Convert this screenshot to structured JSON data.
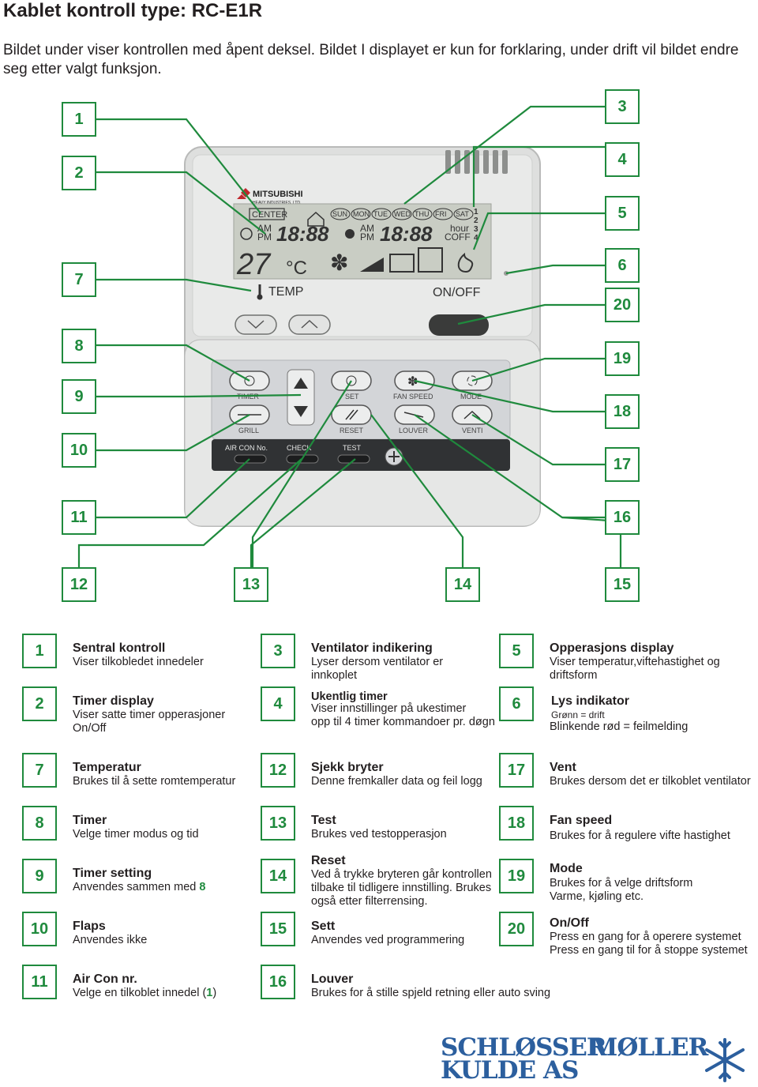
{
  "title": "Kablet kontroll type: RC-E1R",
  "intro": "Bildet under viser kontrollen med åpent deksel. Bildet I displayet er kun for forklaring, under drift vil bildet endre seg  etter valgt funksjon.",
  "callouts": {
    "c1": "1",
    "c2": "2",
    "c3": "3",
    "c4": "4",
    "c5": "5",
    "c6": "6",
    "c7": "7",
    "c8": "8",
    "c9": "9",
    "c10": "10",
    "c11": "11",
    "c12": "12",
    "c13": "13",
    "c14": "14",
    "c15": "15",
    "c16": "16",
    "c17": "17",
    "c18": "18",
    "c19": "19",
    "c20": "20"
  },
  "device": {
    "brand": "MITSUBISHI",
    "brand_sub": "HEAVY INDUSTRIES, LTD.",
    "center": "CENTER",
    "days": [
      "SUN",
      "MON",
      "TUE",
      "WED",
      "THU",
      "FRI",
      "SAT"
    ],
    "am": "AM",
    "pm": "PM",
    "time1": "18:88",
    "time2": "18:88",
    "hour": "hour",
    "coff": "COFF",
    "weeknums": [
      "1",
      "2",
      "3",
      "4"
    ],
    "temp_display": "27",
    "deg_unit": "°C",
    "temp_label": "TEMP",
    "onoff_label": "ON/OFF",
    "btn_timer": "TIMER",
    "btn_set": "SET",
    "btn_fanspeed": "FAN SPEED",
    "btn_mode": "MODE",
    "btn_grill": "GRILL",
    "btn_reset": "RESET",
    "btn_louver": "LOUVER",
    "btn_venti": "VENTI",
    "btn_aircon": "AIR CON No.",
    "btn_check": "CHECK",
    "btn_test": "TEST"
  },
  "legend": [
    {
      "num": "1",
      "title": "Sentral kontroll",
      "desc": "Viser tilkobledet innedeler"
    },
    {
      "num": "2",
      "title": "Timer display",
      "desc": "Viser satte timer opperasjoner On/Off"
    },
    {
      "num": "3",
      "title": "Ventilator indikering",
      "desc": "Lyser dersom ventilator er innkoplet"
    },
    {
      "num": "4",
      "title": "Ukentlig timer",
      "desc1": "Viser innstillinger på ukestimer",
      "desc2": "opp til 4 timer kommandoer pr. døgn"
    },
    {
      "num": "5",
      "title": "Opperasjons display",
      "desc": "Viser temperatur,viftehastighet og driftsform"
    },
    {
      "num": "6",
      "title": "Lys indikator",
      "desc1": "Grønn = drift",
      "desc2": "Blinkende rød = feilmelding"
    },
    {
      "num": "7",
      "title": "Temperatur",
      "desc": "Brukes til å sette romtemperatur"
    },
    {
      "num": "12",
      "title": "Sjekk bryter",
      "desc": "Denne fremkaller data og feil logg"
    },
    {
      "num": "17",
      "title": "Vent",
      "desc": "Brukes dersom det er tilkoblet ventilator"
    },
    {
      "num": "8",
      "title": "Timer",
      "desc": "Velge timer modus og tid"
    },
    {
      "num": "13",
      "title": "Test",
      "desc": "Brukes ved testopperasjon"
    },
    {
      "num": "18",
      "title": "Fan speed",
      "desc": "Brukes for å regulere vifte hastighet"
    },
    {
      "num": "9",
      "title": "Timer setting",
      "desc_pre": "Anvendes sammen med ",
      "desc_ref": "8"
    },
    {
      "num": "14",
      "title": "Reset",
      "desc": "Ved å trykke bryteren går kontrollen tilbake til tidligere innstilling. Brukes også etter filterrensing."
    },
    {
      "num": "19",
      "title": "Mode",
      "desc1": "Brukes for å velge driftsform",
      "desc2": "Varme, kjøling etc."
    },
    {
      "num": "10",
      "title": "Flaps",
      "desc": "Anvendes ikke"
    },
    {
      "num": "15",
      "title": "Sett",
      "desc": "Anvendes ved programmering"
    },
    {
      "num": "20",
      "title": "On/Off",
      "desc1": "Press en gang for å operere systemet",
      "desc2": "Press en gang til for å stoppe systemet"
    },
    {
      "num": "11",
      "title": "Air Con nr.",
      "desc_pre": "Velge en tilkoblet innedel (",
      "desc_ref": "1",
      "desc_post": ")"
    },
    {
      "num": "16",
      "title": "Louver",
      "desc": "Brukes for å stille spjeld retning eller auto sving"
    }
  ],
  "logo": {
    "line1": "SCHLØSSER",
    "line2": "KULDE AS",
    "line3": "MØLLER"
  },
  "colors": {
    "accent_green": "#1f8a3d",
    "logo_blue": "#2c5f9e",
    "lcd": "#c9cdc4"
  }
}
